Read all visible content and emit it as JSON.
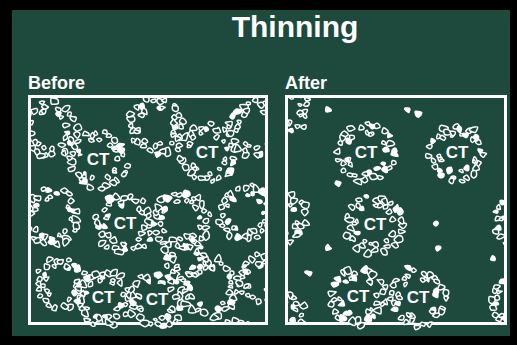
{
  "diagram": {
    "title": "Thinning",
    "nodes": [
      {
        "text": [
          "Before"
        ]
      },
      {
        "text": [
          "CT"
        ],
        "in": 0
      },
      {
        "text": [
          "CT"
        ],
        "in": 0
      },
      {
        "text": [
          "CT"
        ],
        "in": 0
      },
      {
        "text": [
          "CT"
        ],
        "in": 0
      },
      {
        "text": [
          "CT"
        ],
        "in": 0
      },
      {
        "text": [
          "After"
        ]
      },
      {
        "text": [
          "CT"
        ],
        "in": 6
      },
      {
        "text": [
          "CT"
        ],
        "in": 6
      },
      {
        "text": [
          "CT"
        ],
        "in": 6
      },
      {
        "text": [
          "CT"
        ],
        "in": 6
      },
      {
        "text": [
          "CT"
        ],
        "in": 6
      }
    ]
  }
}
